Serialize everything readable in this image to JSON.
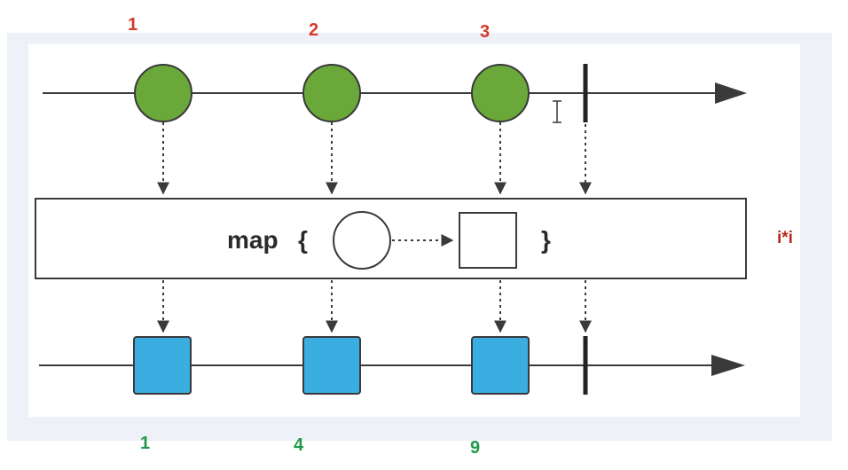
{
  "input_labels": [
    "1",
    "2",
    "3"
  ],
  "output_labels": [
    "1",
    "4",
    "9"
  ],
  "operator": {
    "keyword": "map",
    "open_brace": "{",
    "close_brace": "}"
  },
  "formula": "i*i",
  "colors": {
    "input_marble": "#6aa83a",
    "output_marble": "#3aaee0",
    "line": "#3a3a3a",
    "input_label": "#d8382c",
    "output_label": "#1f9a48"
  },
  "icons": [
    "text-cursor-icon"
  ]
}
